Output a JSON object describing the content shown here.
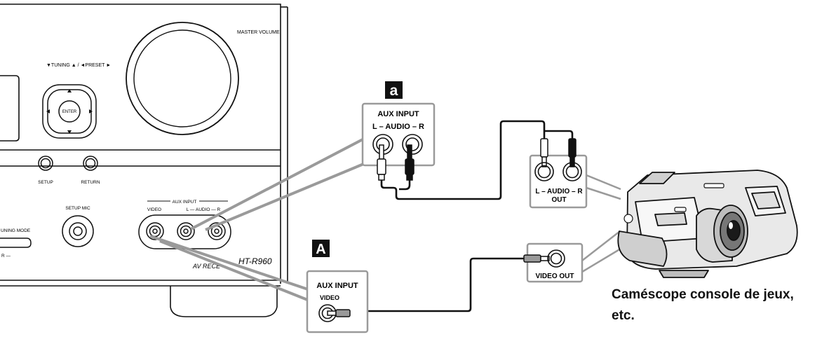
{
  "receiver": {
    "master_volume_label": "MASTER VOLUME",
    "tuning_preset_label": "▼TUNING ▲ / ◄PRESET ►",
    "enter_label": "ENTER",
    "setup_label": "SETUP",
    "return_label": "RETURN",
    "aux_input_header": "AUX INPUT",
    "video_label": "VIDEO",
    "audio_label": "L — AUDIO — R",
    "setup_mic_label": "SETUP MIC",
    "tuning_mode_label": "UNING MODE",
    "model_label_left": "AV RECE",
    "model_label_right": "HT-R960",
    "small_label": "R —"
  },
  "callout_a_small": {
    "badge": "a",
    "title": "AUX INPUT",
    "subtitle": "L – AUDIO – R"
  },
  "callout_a_big": {
    "badge": "A",
    "title": "AUX INPUT",
    "subtitle": "VIDEO"
  },
  "camcorder": {
    "audio_out_line1": "L – AUDIO – R",
    "audio_out_line2": "OUT",
    "video_out": "VIDEO OUT"
  },
  "caption": {
    "line1": "Caméscope console de jeux,",
    "line2": "etc."
  },
  "colors": {
    "ink": "#111111",
    "callout_line": "#9a9a9a",
    "callout_fill": "#ffffff",
    "camera_fill": "#e9e9e9"
  }
}
